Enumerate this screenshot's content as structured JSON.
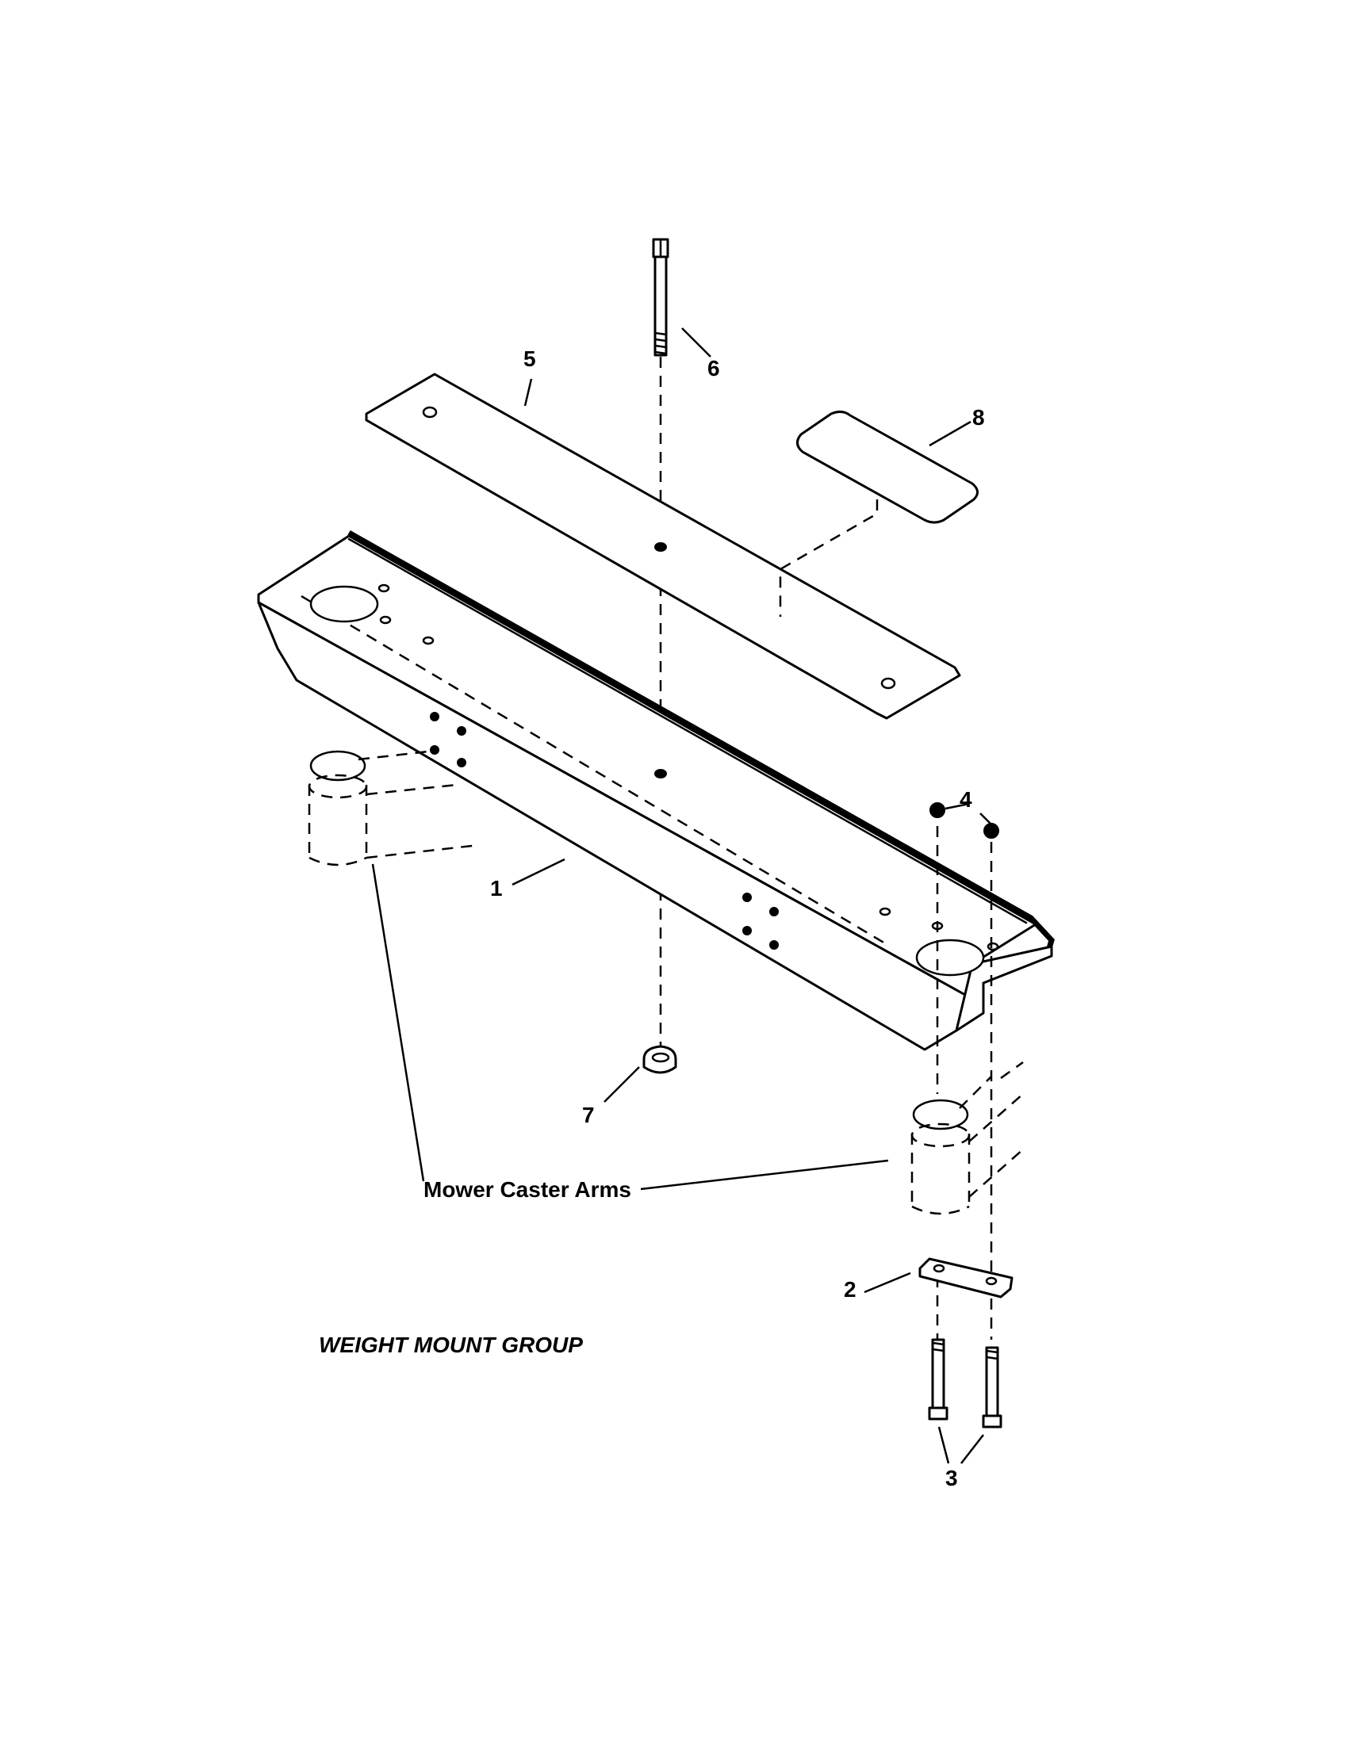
{
  "diagram": {
    "title": "WEIGHT MOUNT GROUP",
    "caster_arms_label": "Mower Caster Arms",
    "callouts": [
      "1",
      "2",
      "3",
      "4",
      "5",
      "6",
      "7",
      "8"
    ]
  }
}
